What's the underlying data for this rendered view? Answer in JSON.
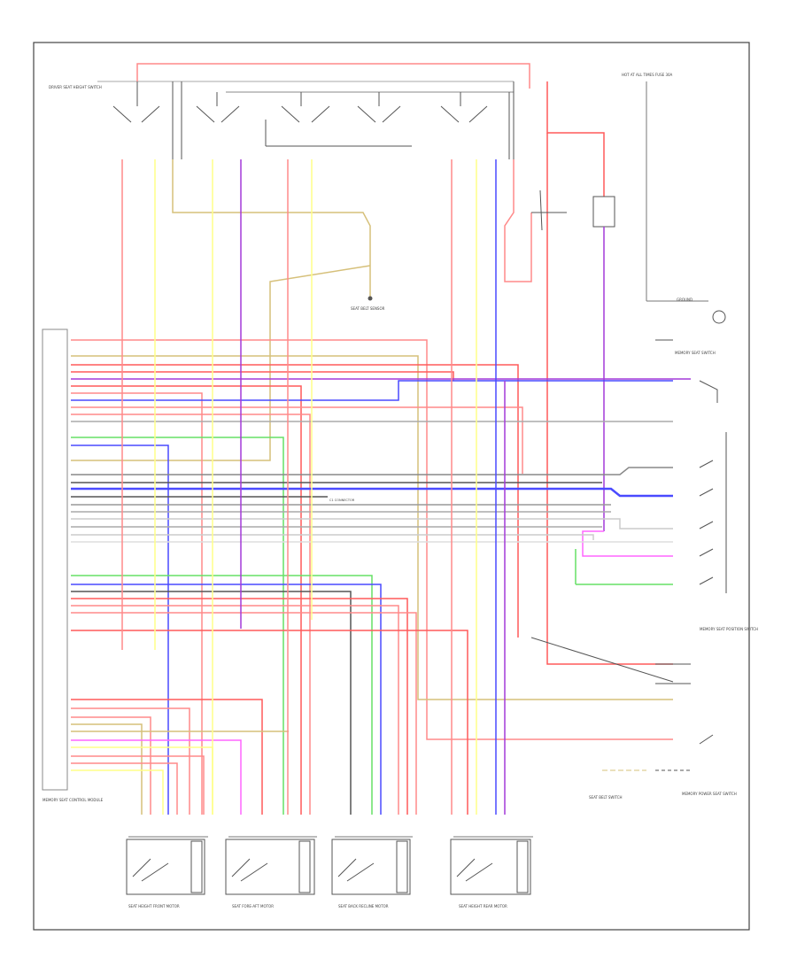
{
  "labels": {
    "top_left_switch": "DRIVER SEAT HEIGHT SWITCH",
    "top_right_fuse": "HOT AT ALL TIMES FUSE 30A",
    "sensor_center": "SEAT BELT SENSOR",
    "module": "MEMORY SEAT CONTROL MODULE",
    "right_switch_1": "MEMORY SEAT SWITCH",
    "right_switch_2": "MEMORY SEAT POSITION SWITCH",
    "right_switch_3": "SEAT BELT SWITCH",
    "right_bottom": "MEMORY POWER SEAT SWITCH",
    "ground": "GROUND",
    "motor_1": "SEAT HEIGHT FRONT MOTOR",
    "motor_2": "SEAT FORE-AFT MOTOR",
    "motor_3": "SEAT BACK RECLINE MOTOR",
    "motor_4": "SEAT HEIGHT REAR MOTOR",
    "connector": "C1 CONNECTOR"
  },
  "colors": {
    "red": "#ff5a5a",
    "pink": "#ffaaaa",
    "yellow": "#ffff88",
    "tan": "#d6c07a",
    "purple": "#a43ad8",
    "blue": "#4a4aff",
    "green": "#66e066",
    "magenta": "#ff66ff",
    "gray": "#999999",
    "darkgray": "#555555",
    "black": "#333333"
  }
}
